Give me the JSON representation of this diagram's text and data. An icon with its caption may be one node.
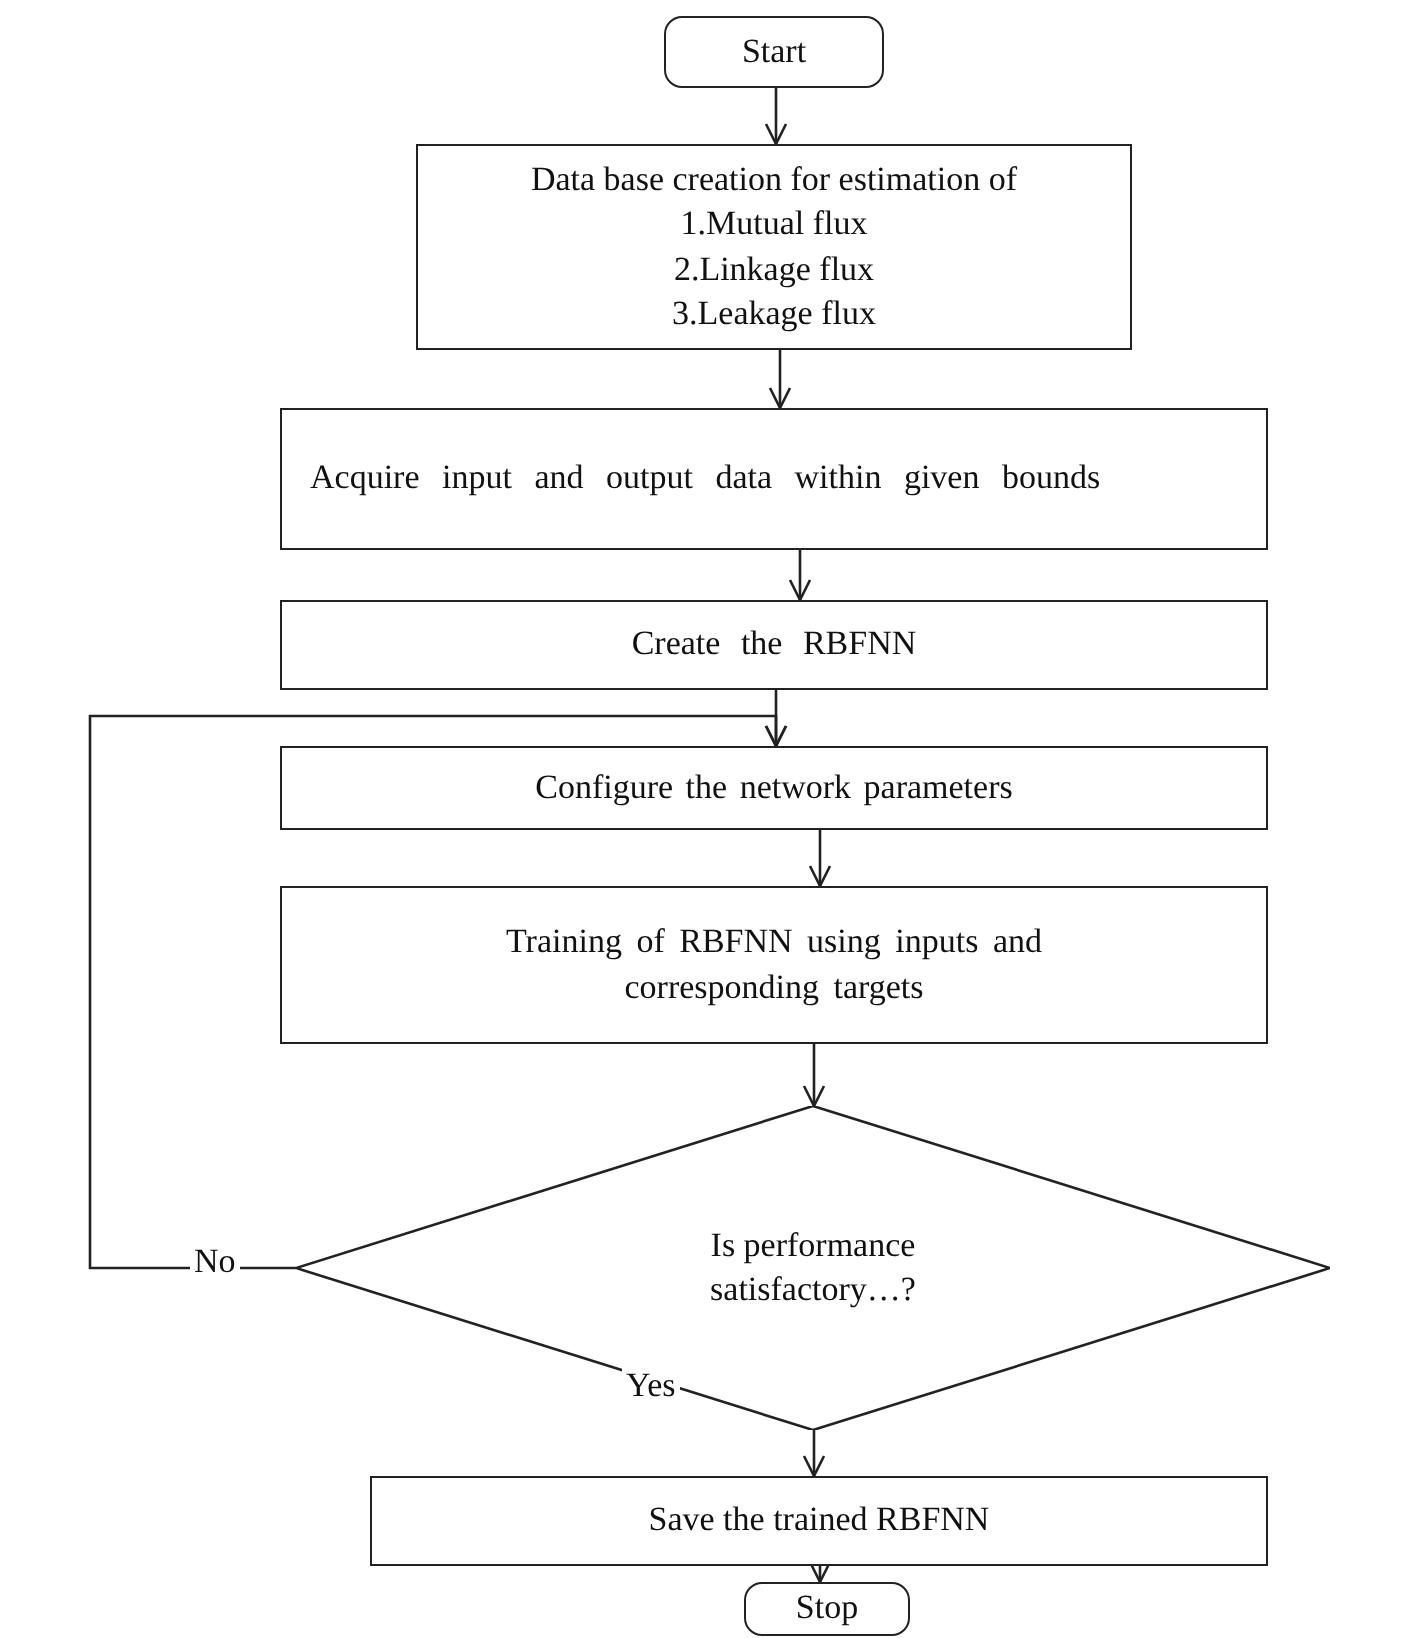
{
  "diagram": {
    "nodes": [
      {
        "text": [
          "Start"
        ]
      },
      {
        "text": [
          "Data base creation for estimation of",
          "1.Mutual flux",
          "2.Linkage flux",
          "3.Leakage flux"
        ]
      },
      {
        "text": [
          "Acquire input and output data within given bounds"
        ]
      },
      {
        "text": [
          "Create the RBFNN"
        ]
      },
      {
        "text": [
          "Configure the network parameters"
        ]
      },
      {
        "text": [
          "Training of RBFNN using inputs and corresponding targets"
        ]
      },
      {
        "text": [
          "Is performance satisfactory…?"
        ]
      },
      {
        "text": [
          "Save the trained RBFNN"
        ]
      },
      {
        "text": [
          "Stop"
        ]
      }
    ],
    "edges": [
      {
        "from": 0,
        "to": 1,
        "arrow": "to"
      },
      {
        "from": 1,
        "to": 2,
        "arrow": "to"
      },
      {
        "from": 2,
        "to": 3,
        "arrow": "to"
      },
      {
        "from": 3,
        "to": 4,
        "arrow": "to"
      },
      {
        "from": 4,
        "to": 5,
        "arrow": "to"
      },
      {
        "from": 5,
        "to": 6,
        "arrow": "to"
      },
      {
        "from": 6,
        "to": 4,
        "arrow": "to",
        "label": "No"
      },
      {
        "from": 6,
        "to": 7,
        "arrow": "to",
        "label": "Yes"
      },
      {
        "from": 7,
        "to": 8,
        "arrow": "to"
      }
    ]
  }
}
